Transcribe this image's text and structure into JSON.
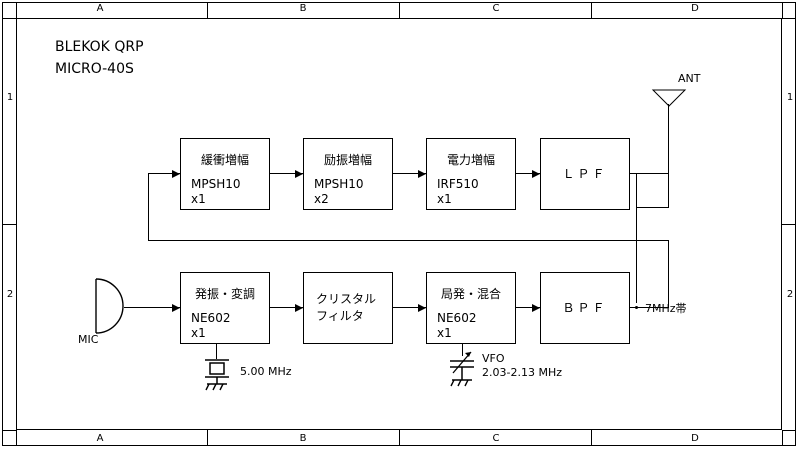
{
  "sheet": {
    "title_lines": "BLEKOK QRP\nMICRO-40S",
    "zones_top": [
      "A",
      "B",
      "C",
      "D"
    ],
    "zones_bottom": [
      "A",
      "B",
      "C",
      "D"
    ],
    "rows_left": [
      "1",
      "2"
    ],
    "rows_right": [
      "1",
      "2"
    ],
    "background": "#ffffff",
    "line_color": "#000000"
  },
  "tx_chain": {
    "blocks": [
      {
        "name": "buffer-amplifier",
        "head": "緩衝増幅",
        "sub": "MPSH10\nx1"
      },
      {
        "name": "driver-amplifier",
        "head": "励振増幅",
        "sub": "MPSH10\nx2"
      },
      {
        "name": "power-amplifier",
        "head": "電力増幅",
        "sub": "IRF510\nx1"
      },
      {
        "name": "low-pass-filter",
        "head": "ＬＰＦ",
        "sub": ""
      }
    ]
  },
  "rx_chain": {
    "blocks": [
      {
        "name": "oscillator-modulator",
        "head": "発振・変調",
        "sub": "NE602\nx1"
      },
      {
        "name": "crystal-filter",
        "head": "クリスタル\nフィルタ",
        "sub": ""
      },
      {
        "name": "local-osc-mixer",
        "head": "局発・混合",
        "sub": "NE602\nx1"
      },
      {
        "name": "band-pass-filter",
        "head": "ＢＰＦ",
        "sub": ""
      }
    ]
  },
  "annotations": {
    "antenna_label": "ANT",
    "mic_label": "MIC",
    "crystal_freq": "5.00 MHz",
    "vfo_label": "VFO",
    "vfo_range": "2.03-2.13 MHz",
    "band_label": "7MHz帯"
  }
}
